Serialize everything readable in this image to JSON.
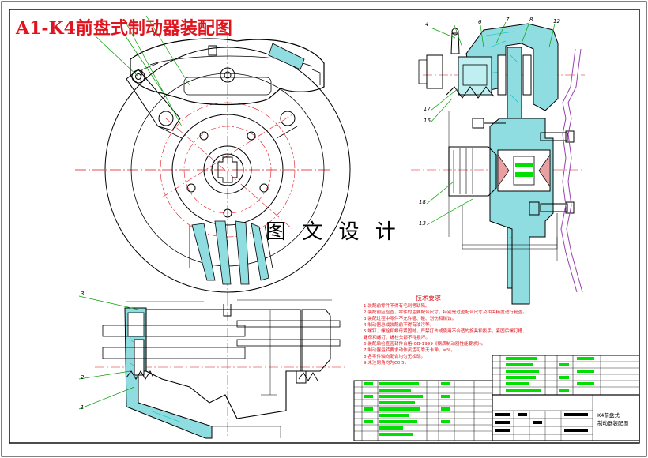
{
  "drawing": {
    "title": "A1-K4前盘式制动器装配图",
    "watermark": "图 文 设 计"
  },
  "technical_requirements": {
    "heading": "技术要求",
    "lines": [
      "1.装配前零件不得有毛刺等缺陷。",
      "2.装配前应检查，零件的主要配合尺寸，特别是过盈配合尺寸及相关精度进行复查。",
      "3.装配过程中零件不允许磕、碰、划伤和锈蚀。",
      "4.制动器总成装配前不得有油污等。",
      "5.螺钉、螺栓和螺母紧固时，严禁打击或使用不合适的旋具和扳手，紧固后螺钉槽、",
      "螺母和螺钉、螺栓头部不得损坏。",
      "6.装配后检查密封件合格(GB-1999《钢质制动器性能要求》)。",
      "7.制动器运转要求动作灵活可靠无卡滞，≥%。",
      "8.各零件轴向配合均匀无松动。",
      "9.未注倒角均为C0.5。"
    ]
  },
  "title_block": {
    "drawing_name_line1": "K4前盘式",
    "drawing_name_line2": "制动器装配图"
  },
  "callouts": {
    "front_view": [
      "3",
      "2",
      "1"
    ],
    "side_view": [
      "4",
      "6",
      "7",
      "8",
      "12",
      "17",
      "16",
      "18",
      "13"
    ]
  },
  "colors": {
    "outline": "#000000",
    "centerline": "#e0141e",
    "leader": "#00a000",
    "hatch": "#00c0c0",
    "fill": "#8fdde0",
    "highlight": "#00e000",
    "title": "#e0141e",
    "rim": "#9a40b0"
  }
}
